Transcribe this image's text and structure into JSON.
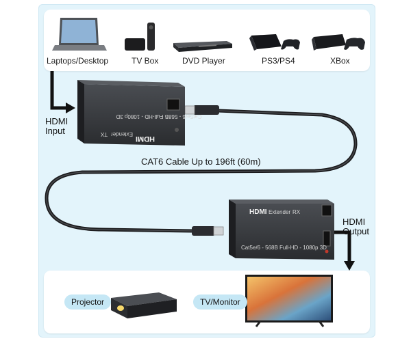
{
  "sources": [
    {
      "label": "Laptops/Desktop",
      "icon": "laptop-icon"
    },
    {
      "label": "TV Box",
      "icon": "tv-box-icon"
    },
    {
      "label": "DVD Player",
      "icon": "dvd-player-icon"
    },
    {
      "label": "PS3/PS4",
      "icon": "game-console-icon"
    },
    {
      "label": "XBox",
      "icon": "xbox-icon"
    }
  ],
  "transmitter": {
    "input_label": "HDMI\nInput",
    "spec_text": "Cat5e/6 - 568B  Full-HD - 1080p 3D",
    "extender_text": "Extender",
    "unit_text": "TX",
    "logo_text": "HDMI"
  },
  "cable": {
    "label": "CAT6 Cable Up to 196ft (60m)"
  },
  "receiver": {
    "output_label": "HDMI\nOutput",
    "spec_text": "Cat5e/6 - 568B  Full-HD - 1080p 3D",
    "extender_text": "Extender",
    "unit_text": "RX",
    "logo_text": "HDMI"
  },
  "destinations": [
    {
      "label": "Projector",
      "icon": "projector-icon"
    },
    {
      "label": "TV/Monitor",
      "icon": "tv-monitor-icon"
    }
  ],
  "colors": {
    "frame": "#e3f4fb",
    "pill": "#c5e7f5",
    "device": "#2b2d30",
    "arrow": "#111111"
  }
}
